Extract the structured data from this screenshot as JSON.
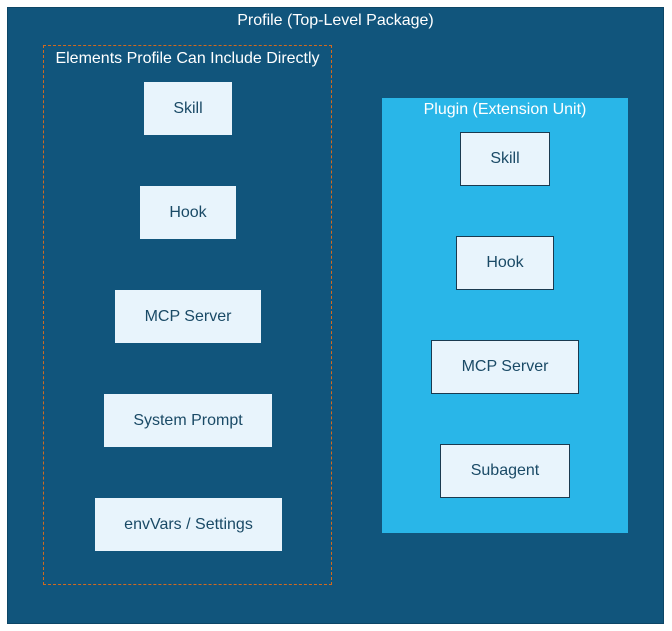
{
  "profile": {
    "title": "Profile (Top-Level Package)"
  },
  "direct_group": {
    "title": "Elements Profile Can Include Directly",
    "items": [
      "Skill",
      "Hook",
      "MCP Server",
      "System Prompt",
      "envVars / Settings"
    ]
  },
  "plugin": {
    "title": "Plugin (Extension Unit)",
    "items": [
      "Skill",
      "Hook",
      "MCP Server",
      "Subagent"
    ]
  },
  "colors": {
    "profile_bg": "#11557c",
    "plugin_bg": "#29b6e8",
    "node_bg": "#e8f4fc",
    "dashed_border": "#d2691e"
  }
}
